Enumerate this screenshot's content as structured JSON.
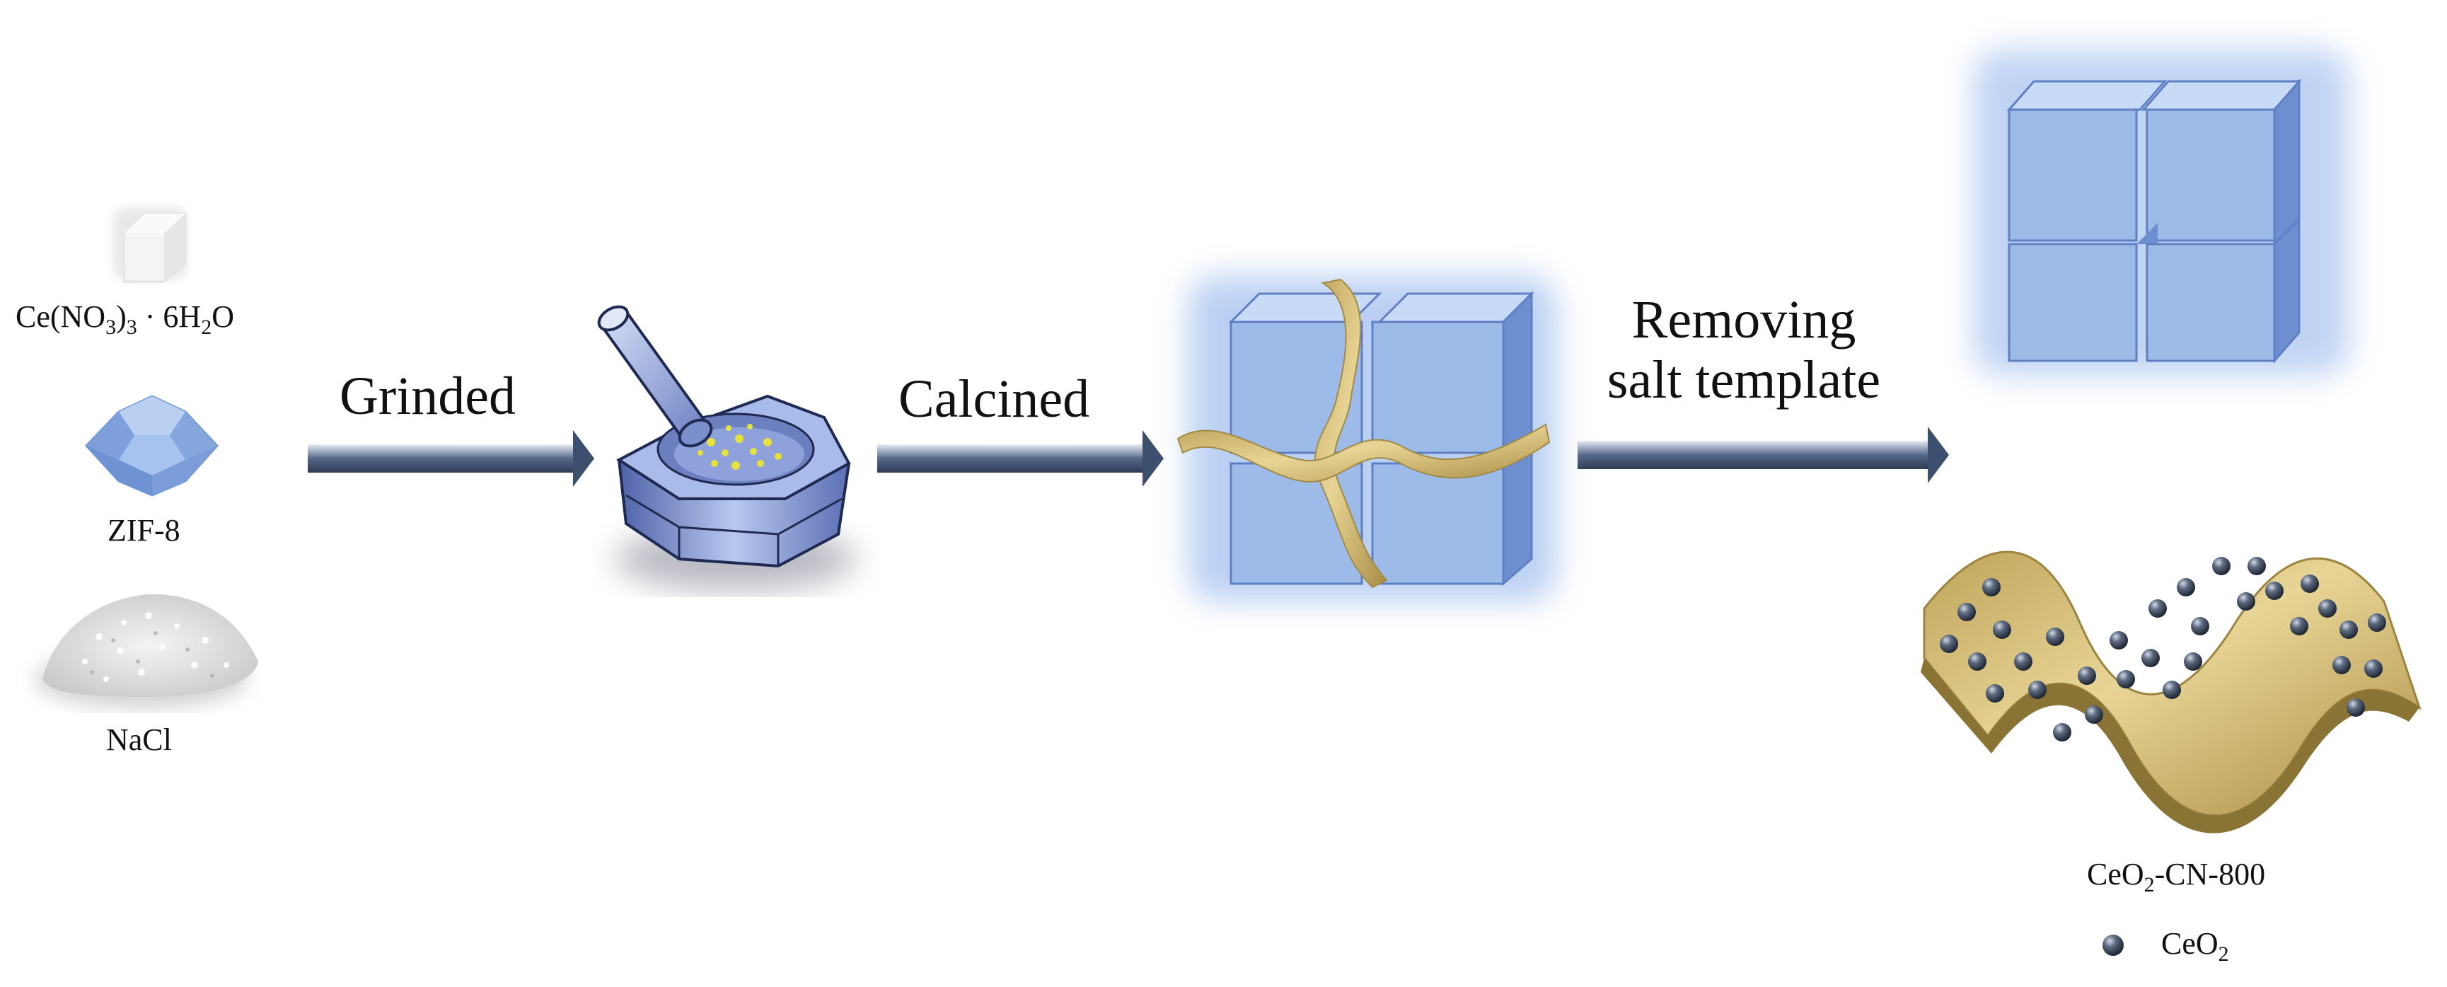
{
  "reactants": {
    "cerium_nitrate": {
      "main": "Ce(NO",
      "sub1": "3",
      "mid": ")",
      "sub2": "3",
      "dot": " · 6H",
      "sub3": "2",
      "end": "O"
    },
    "zif8": "ZIF-8",
    "nacl": "NaCl"
  },
  "steps": {
    "step1": "Grinded",
    "step2": "Calcined",
    "step3_line1": "Removing",
    "step3_line2": "salt template"
  },
  "product": {
    "pre": "CeO",
    "sub": "2",
    "post": "-CN-800"
  },
  "legend": {
    "pre": "CeO",
    "sub": "2"
  },
  "colors": {
    "cube_face": "#9dbbe8",
    "cube_top": "#c7dbf7",
    "cube_side": "#6e8fcf",
    "carbon_sheet": "#d9c27a",
    "arrow_dark": "#3d4f6e",
    "particle": "#4a5568",
    "mortar": "#8fa6dd",
    "grains": "#e6e23a"
  }
}
